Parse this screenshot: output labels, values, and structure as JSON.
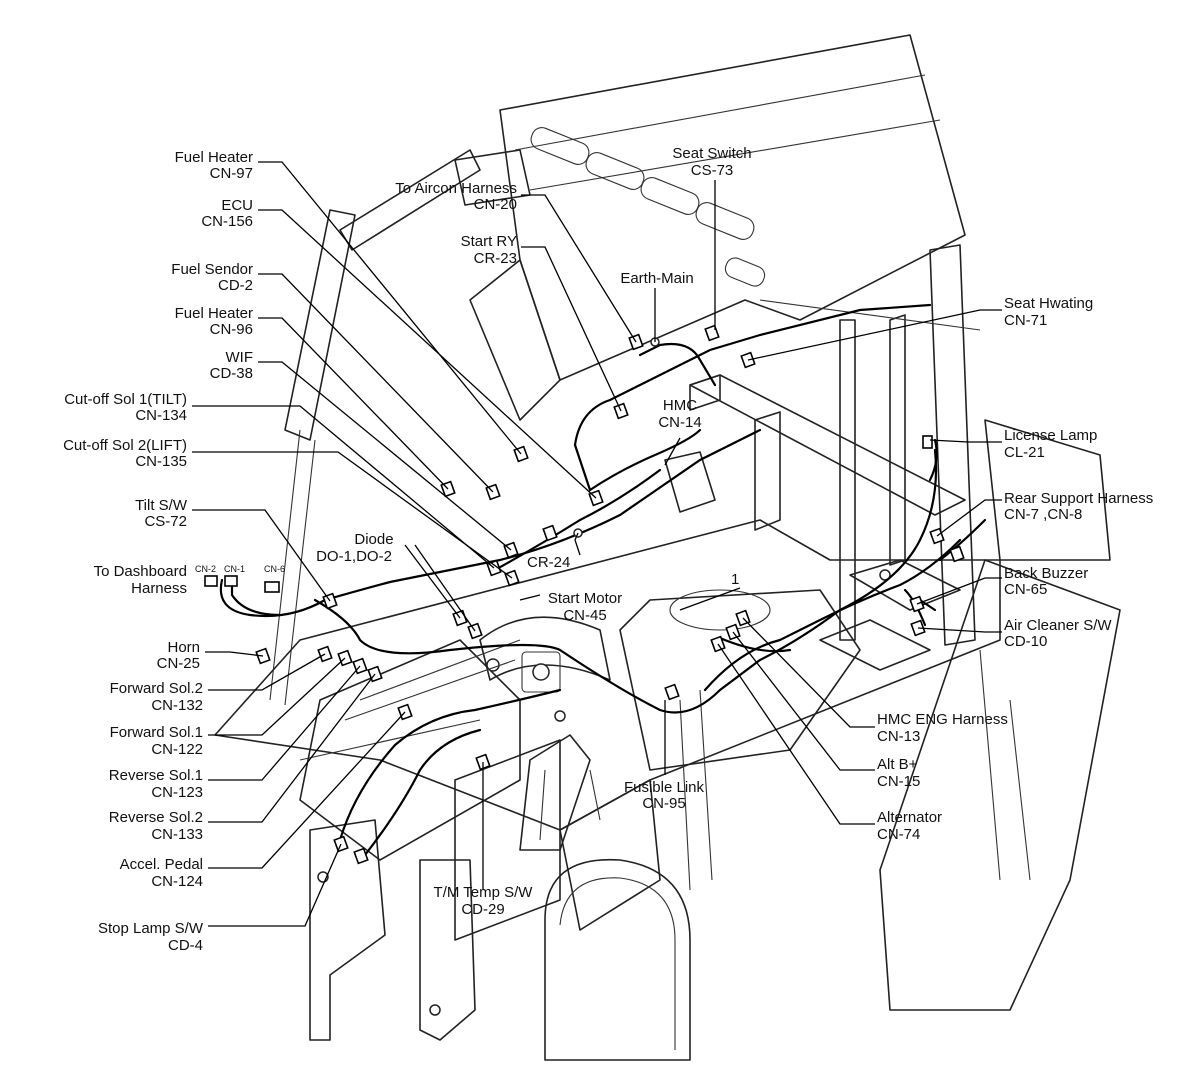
{
  "labels": {
    "fuel_heater_97": {
      "name": "Fuel Heater",
      "code": "CN-97"
    },
    "ecu": {
      "name": "ECU",
      "code": "CN-156"
    },
    "fuel_sendor": {
      "name": "Fuel Sendor",
      "code": "CD-2"
    },
    "fuel_heater_96": {
      "name": "Fuel Heater",
      "code": "CN-96"
    },
    "wif": {
      "name": "WIF",
      "code": "CD-38"
    },
    "cutoff_tilt": {
      "name": "Cut-off Sol 1(TILT)",
      "code": "CN-134"
    },
    "cutoff_lift": {
      "name": "Cut-off Sol 2(LIFT)",
      "code": "CN-135"
    },
    "tilt_sw": {
      "name": "Tilt S/W",
      "code": "CS-72"
    },
    "dashboard": {
      "name": "To Dashboard",
      "code": "Harness"
    },
    "horn": {
      "name": "Horn",
      "code": "CN-25"
    },
    "forward_sol2": {
      "name": "Forward Sol.2",
      "code": "CN-132"
    },
    "forward_sol1": {
      "name": "Forward Sol.1",
      "code": "CN-122"
    },
    "reverse_sol1": {
      "name": "Reverse Sol.1",
      "code": "CN-123"
    },
    "reverse_sol2": {
      "name": "Reverse Sol.2",
      "code": "CN-133"
    },
    "accel_pedal": {
      "name": "Accel. Pedal",
      "code": "CN-124"
    },
    "stop_lamp": {
      "name": "Stop Lamp S/W",
      "code": "CD-4"
    },
    "aircon": {
      "name": "To Aircon Harness",
      "code": "CN-20"
    },
    "start_ry": {
      "name": "Start RY",
      "code": "CR-23"
    },
    "seat_switch": {
      "name": "Seat Switch",
      "code": "CS-73"
    },
    "earth_main": {
      "name": "Earth-Main"
    },
    "hmc": {
      "name": "HMC",
      "code": "CN-14"
    },
    "diode": {
      "name": "Diode",
      "code": "DO-1,DO-2"
    },
    "cr24": {
      "name": "CR-24"
    },
    "start_motor": {
      "name": "Start Motor",
      "code": "CN-45"
    },
    "one": {
      "name": "1"
    },
    "fusible_link": {
      "name": "Fusible Link",
      "code": "CN-95"
    },
    "tm_temp": {
      "name": "T/M Temp S/W",
      "code": "CD-29"
    },
    "seat_heating": {
      "name": "Seat Hwating",
      "code": "CN-71"
    },
    "license_lamp": {
      "name": "License Lamp",
      "code": "CL-21"
    },
    "rear_support": {
      "name": "Rear Support Harness",
      "code": "CN-7 ,CN-8"
    },
    "back_buzzer": {
      "name": "Back Buzzer",
      "code": "CN-65"
    },
    "air_cleaner": {
      "name": "Air Cleaner S/W",
      "code": "CD-10"
    },
    "hmc_eng": {
      "name": "HMC ENG Harness",
      "code": "CN-13"
    },
    "alt_b": {
      "name": "Alt B+",
      "code": "CN-15"
    },
    "alternator": {
      "name": "Alternator",
      "code": "CN-74"
    },
    "small_cn2": {
      "name": "CN-2"
    },
    "small_cn1": {
      "name": "CN-1"
    },
    "small_cn6": {
      "name": "CN-6"
    }
  }
}
